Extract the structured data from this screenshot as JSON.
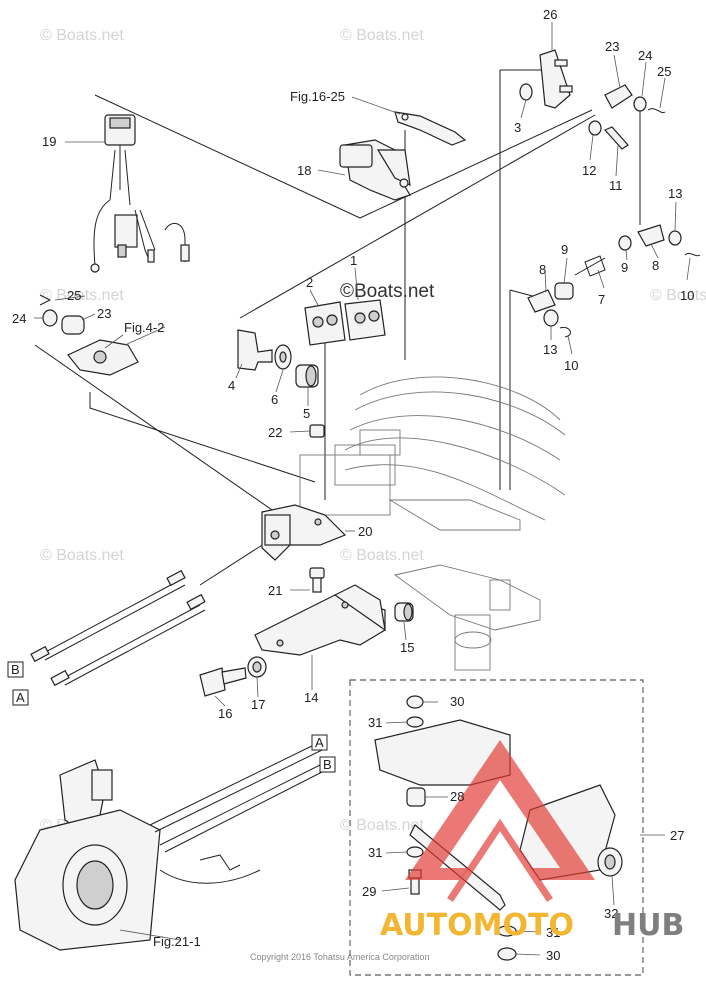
{
  "watermark": {
    "text": "© Boats.net",
    "center_text": "©Boats.net"
  },
  "copyright": "Copyright 2016 Tohatsu America Corporation",
  "brand": {
    "part1": "AUTOMOTO",
    "part2": "HUB",
    "colors": {
      "primary": "#f2b632",
      "secondary": "#7f7f7f",
      "logo_red": "#e23a32"
    }
  },
  "references": {
    "fig_16_25": "Fig.16-25",
    "fig_4_2": "Fig.4-2",
    "fig_21_1": "Fig.21-1"
  },
  "cable_tags": {
    "a": "A",
    "b": "B"
  },
  "callouts": {
    "p1": "1",
    "p2": "2",
    "p3": "3",
    "p4": "4",
    "p5": "5",
    "p6": "6",
    "p7": "7",
    "p8a": "8",
    "p8b": "8",
    "p9a": "9",
    "p9b": "9",
    "p10a": "10",
    "p10b": "10",
    "p11": "11",
    "p12": "12",
    "p13a": "13",
    "p13b": "13",
    "p14": "14",
    "p15": "15",
    "p16": "16",
    "p17": "17",
    "p18": "18",
    "p19": "19",
    "p20": "20",
    "p21": "21",
    "p22": "22",
    "p23a": "23",
    "p23b": "23",
    "p24a": "24",
    "p24b": "24",
    "p25a": "25",
    "p25b": "25",
    "p26": "26",
    "p27": "27",
    "p28": "28",
    "p29": "29",
    "p30a": "30",
    "p30b": "30",
    "p31a": "31",
    "p31b": "31",
    "p31c": "31",
    "p32": "32"
  }
}
